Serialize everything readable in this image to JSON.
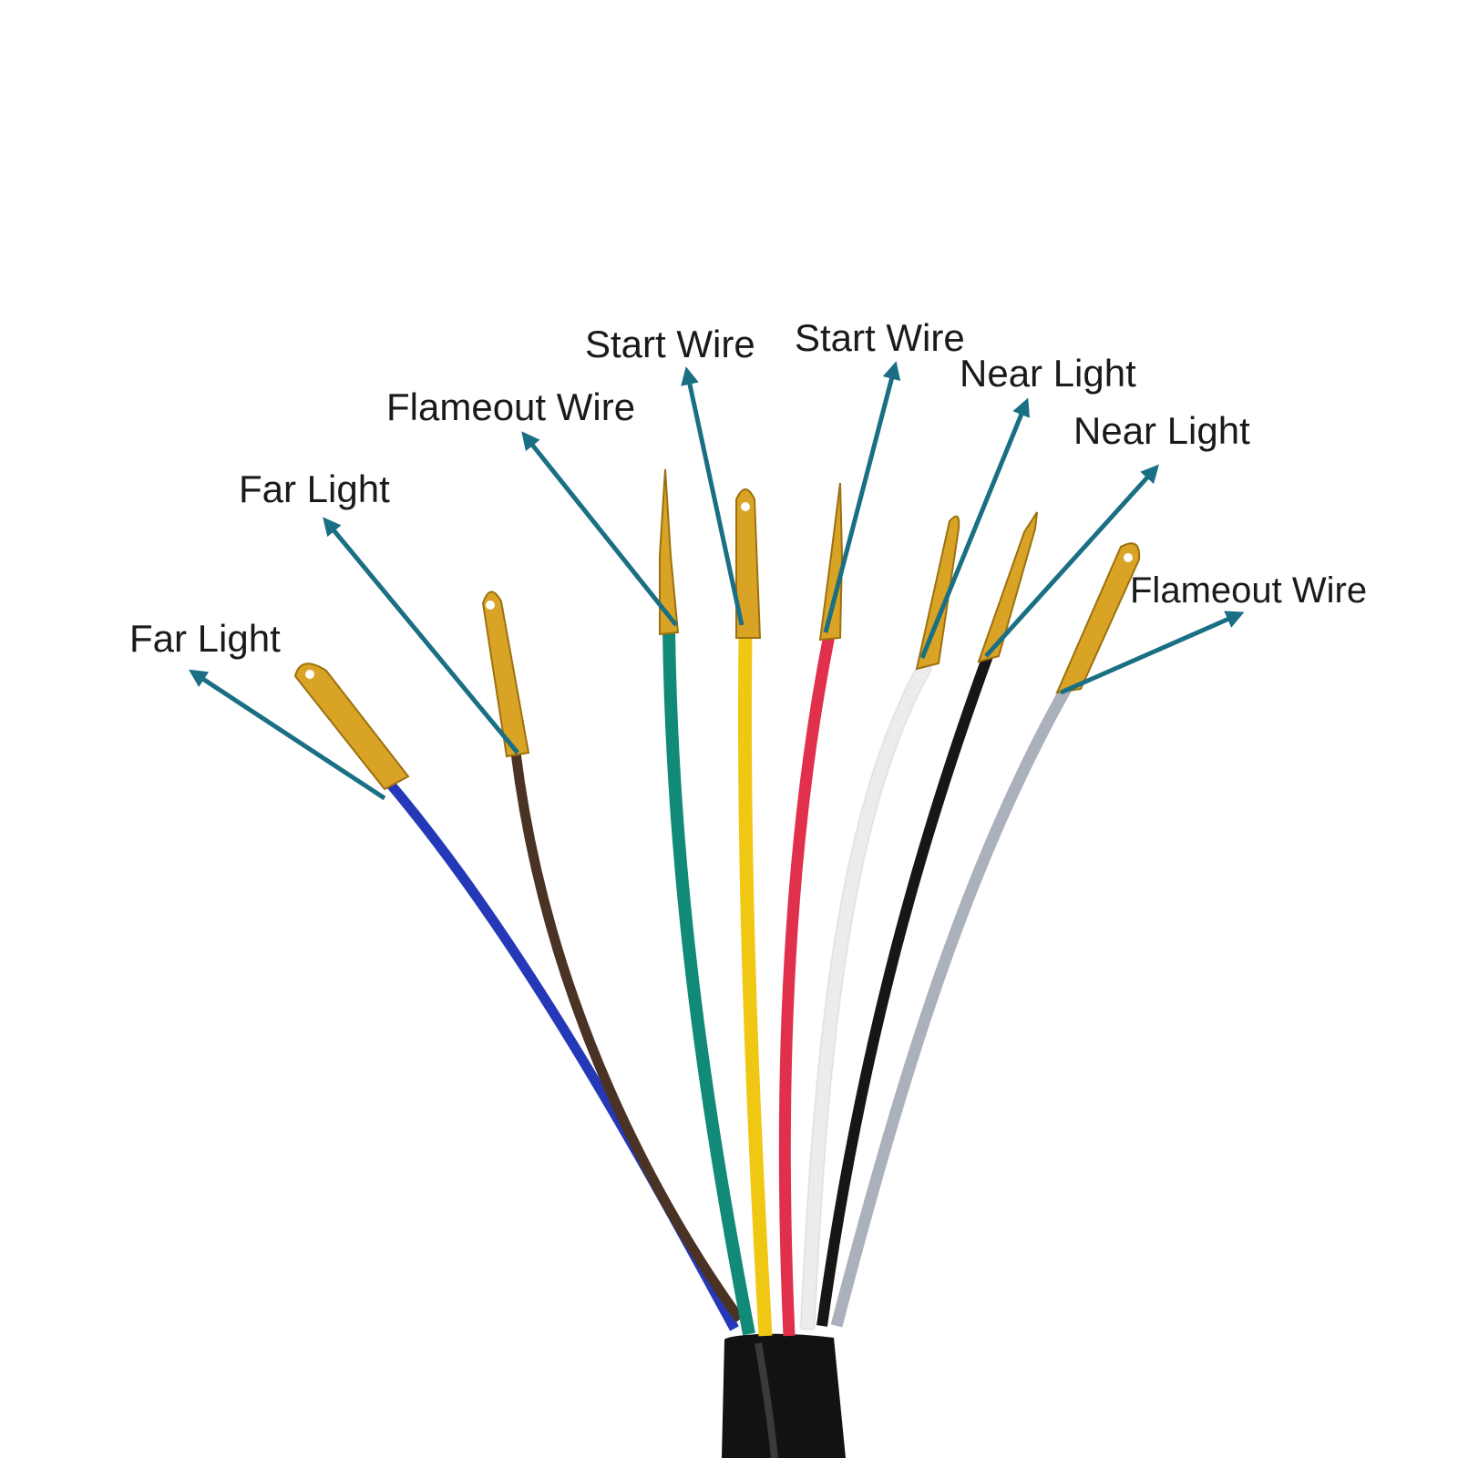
{
  "labels": [
    {
      "id": "far-light-1",
      "text": "Far Light"
    },
    {
      "id": "far-light-2",
      "text": "Far Light"
    },
    {
      "id": "flameout-wire-1",
      "text": "Flameout Wire"
    },
    {
      "id": "start-wire-1",
      "text": "Start Wire"
    },
    {
      "id": "start-wire-2",
      "text": "Start Wire"
    },
    {
      "id": "near-light-1",
      "text": "Near Light"
    },
    {
      "id": "near-light-2",
      "text": "Near Light"
    },
    {
      "id": "flameout-wire-2",
      "text": "Flameout Wire"
    }
  ],
  "wires": [
    {
      "color_name": "blue",
      "color": "#2438b8"
    },
    {
      "color_name": "brown",
      "color": "#4a3324"
    },
    {
      "color_name": "green",
      "color": "#128a78"
    },
    {
      "color_name": "yellow",
      "color": "#f0c814"
    },
    {
      "color_name": "red",
      "color": "#e0304c"
    },
    {
      "color_name": "white",
      "color": "#ececec"
    },
    {
      "color_name": "black",
      "color": "#161616"
    },
    {
      "color_name": "grey",
      "color": "#aab0bc"
    }
  ],
  "colors": {
    "arrow": "#1a6f85",
    "terminal": "#d9a425",
    "sheath": "#121212"
  }
}
